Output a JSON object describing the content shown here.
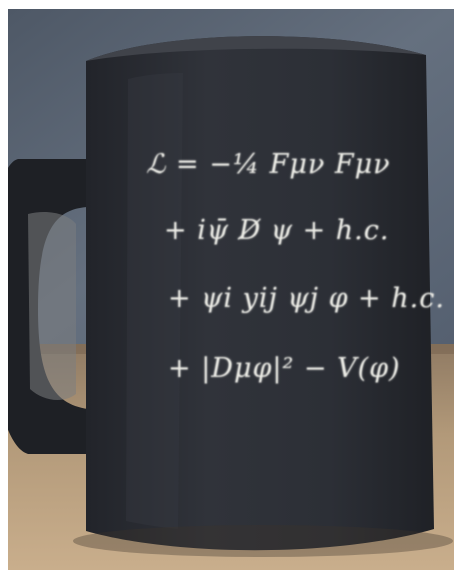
{
  "photo": {
    "subject": "black mug",
    "colors": {
      "mug": "#2b2d33",
      "wall": "#5c6675",
      "table": "#a38b70",
      "chalk": "#ecece6"
    }
  },
  "formula": {
    "lines": [
      "ℒ = −¼ Fμν Fμν",
      "+ iψ̄ D̸ ψ + h.c.",
      "+ ψi yij ψj φ + h.c.",
      "+ |Dμφ|² − V(φ)"
    ]
  }
}
